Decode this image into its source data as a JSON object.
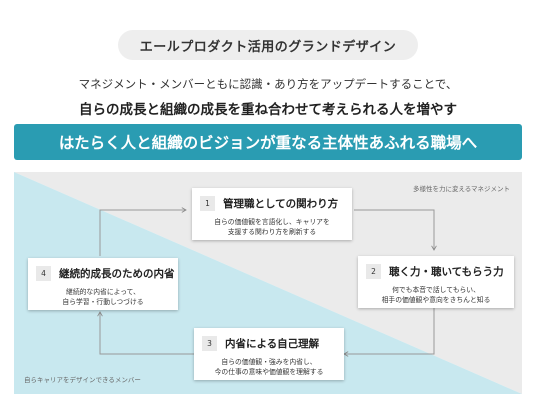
{
  "header": {
    "pill_title": "エールプロダクト活用のグランドデザイン",
    "subtitle_line1": "マネジメント・メンバーともに認識・あり方をアップデートすることで、",
    "subtitle_line2": "自らの成長と組織の成長を重ね合わせて考えられる人を増やす",
    "banner": "はたらく人と組織のビジョンが重なる主体性あふれる職場へ"
  },
  "diagram": {
    "label_top_right": "多様性を力に変えるマネジメント",
    "label_bottom_left": "自らキャリアをデザインできるメンバー",
    "colors": {
      "teal_bg": "#c8e8ef",
      "gray_bg": "#ebebeb",
      "banner": "#2a9cb2"
    },
    "steps": [
      {
        "num": "1",
        "title": "管理職としての関わり方",
        "desc_line1": "自らの価値観を言語化し、キャリアを",
        "desc_line2": "支援する関わり方を刷新する"
      },
      {
        "num": "2",
        "title": "聴く力・聴いてもらう力",
        "desc_line1": "何でも本音で話してもらい、",
        "desc_line2": "相手の価値観や意向をきちんと知る"
      },
      {
        "num": "3",
        "title": "内省による自己理解",
        "desc_line1": "自らの価値観・強みを内省し、",
        "desc_line2": "今の仕事の意味や価値観を理解する"
      },
      {
        "num": "4",
        "title": "継続的成長のための内省",
        "desc_line1": "継続的な内省によって、",
        "desc_line2": "自ら学習・行動しつづける"
      }
    ]
  }
}
